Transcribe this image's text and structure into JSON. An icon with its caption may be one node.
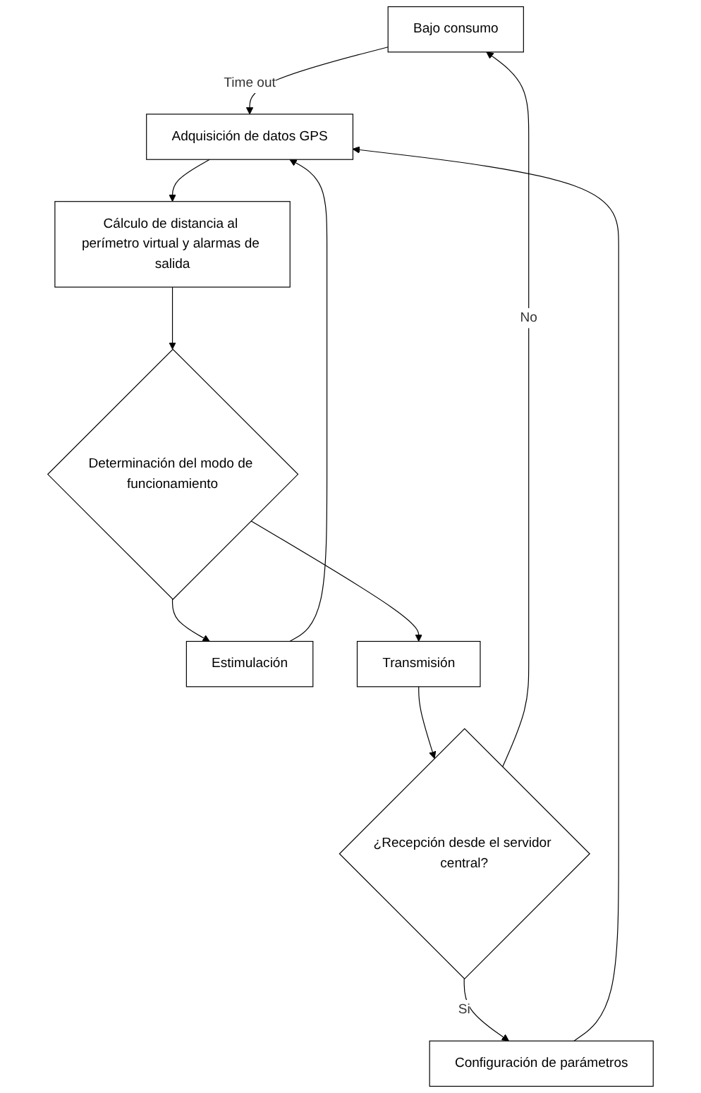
{
  "diagram": {
    "nodes": [
      {
        "text": [
          "Bajo consumo"
        ]
      },
      {
        "text": [
          "Adquisición de datos GPS"
        ]
      },
      {
        "text": [
          "Cálculo de distancia al perímetro virtual y alarmas de salida"
        ]
      },
      {
        "text": [
          "Determinación del modo de funcionamiento"
        ]
      },
      {
        "text": [
          "Estimulación"
        ]
      },
      {
        "text": [
          "Transmisión"
        ]
      },
      {
        "text": [
          "¿Recepción desde el servidor central?"
        ]
      },
      {
        "text": [
          "Configuración de parámetros"
        ]
      }
    ],
    "edges": [
      {
        "from": 0,
        "to": 1,
        "arrow": "to",
        "label": "Time out"
      },
      {
        "from": 1,
        "to": 2,
        "arrow": "to"
      },
      {
        "from": 2,
        "to": 3,
        "arrow": "to"
      },
      {
        "from": 3,
        "to": 4,
        "arrow": "to"
      },
      {
        "from": 3,
        "to": 5,
        "arrow": "to"
      },
      {
        "from": 5,
        "to": 6,
        "arrow": "to"
      },
      {
        "from": 6,
        "to": 7,
        "arrow": "to",
        "label": "Si"
      },
      {
        "from": 6,
        "to": 0,
        "arrow": "to",
        "label": "No"
      },
      {
        "from": 4,
        "to": 1,
        "arrow": "to"
      },
      {
        "from": 7,
        "to": 1,
        "arrow": "to"
      }
    ]
  }
}
